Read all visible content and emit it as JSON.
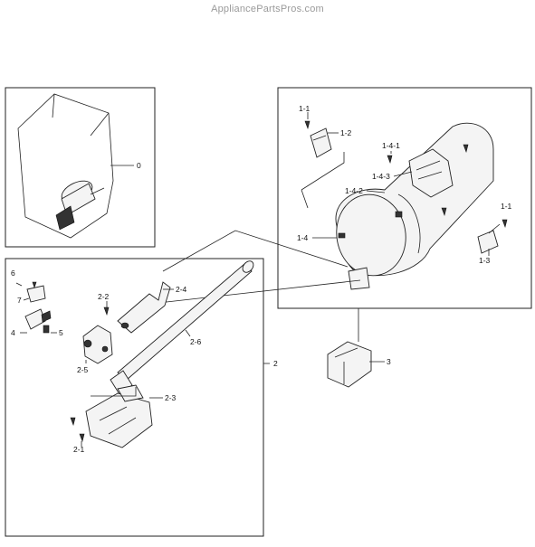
{
  "watermark": "AppliancePartsPros.com",
  "labels": {
    "p0": "0",
    "p1_1a": "1-1",
    "p1_2": "1-2",
    "p1_4_1": "1-4-1",
    "p1_4_3": "1-4-3",
    "p1_4_2": "1-4-2",
    "p1_4": "1-4",
    "p1_1b": "1-1",
    "p1_3": "1-3",
    "p6": "6",
    "p7": "7",
    "p4": "4",
    "p5": "5",
    "p2_2": "2-2",
    "p2_4": "2-4",
    "p2_6": "2-6",
    "p2_5": "2-5",
    "p2": "2",
    "p3": "3",
    "p2_3": "2-3",
    "p2_1": "2-1"
  }
}
